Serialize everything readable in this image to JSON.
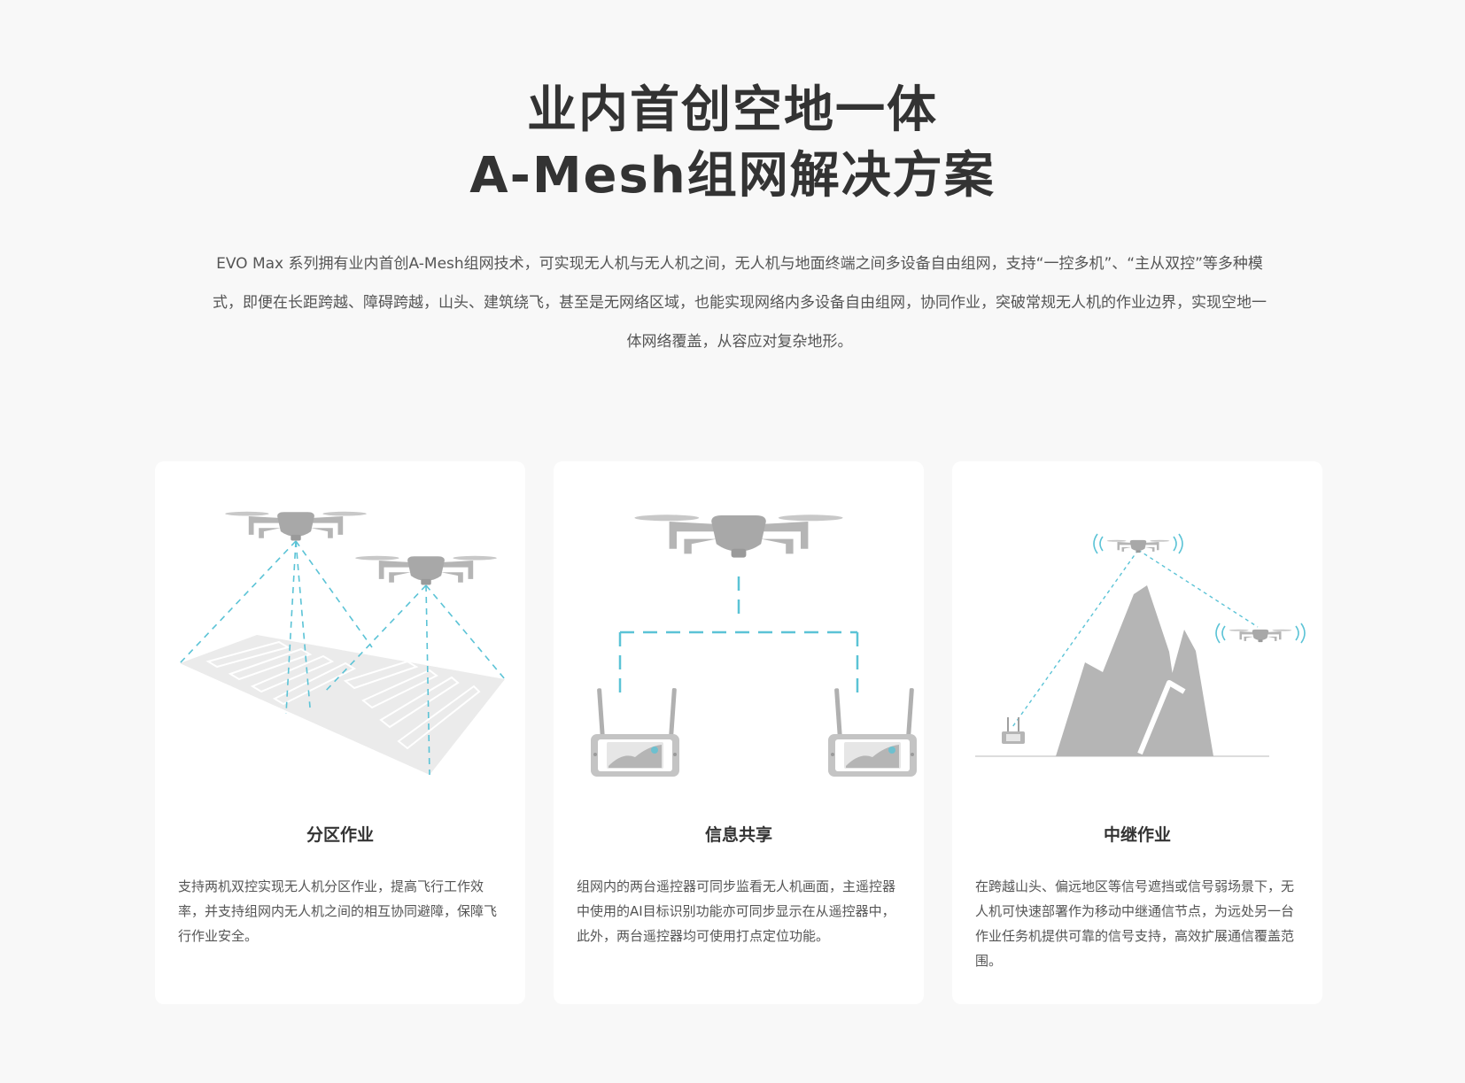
{
  "headline": {
    "line1": "业内首创空地一体",
    "line2": "A-Mesh组网解决方案"
  },
  "intro": "EVO Max 系列拥有业内首创A-Mesh组网技术，可实现无人机与无人机之间，无人机与地面终端之间多设备自由组网，支持“一控多机”、“主从双控”等多种模式，即便在长距跨越、障碍跨越，山头、建筑绕飞，甚至是无网络区域，也能实现网络内多设备自由组网，协同作业，突破常规无人机的作业边界，实现空地一体网络覆盖，从容应对复杂地形。",
  "cards": [
    {
      "title": "分区作业",
      "description": "支持两机双控实现无人机分区作业，提高飞行工作效率，并支持组网内无人机之间的相互协同避障，保障飞行作业安全。",
      "illustration": "zone-operation-illustration"
    },
    {
      "title": "信息共享",
      "description": "组网内的两台遥控器可同步监看无人机画面，主遥控器中使用的AI目标识别功能亦可同步显示在从遥控器中，此外，两台遥控器均可使用打点定位功能。",
      "illustration": "information-sharing-illustration"
    },
    {
      "title": "中继作业",
      "description": "在跨越山头、偏远地区等信号遮挡或信号弱场景下，无人机可快速部署作为移动中继通信节点，为远处另一台作业任务机提供可靠的信号支持，高效扩展通信覆盖范围。",
      "illustration": "relay-operation-illustration"
    }
  ],
  "colors": {
    "background": "#f8f8f8",
    "card": "#ffffff",
    "text": "#333333",
    "drone_gray": "#b5b5b5",
    "signal_blue": "#5bc3d6"
  }
}
